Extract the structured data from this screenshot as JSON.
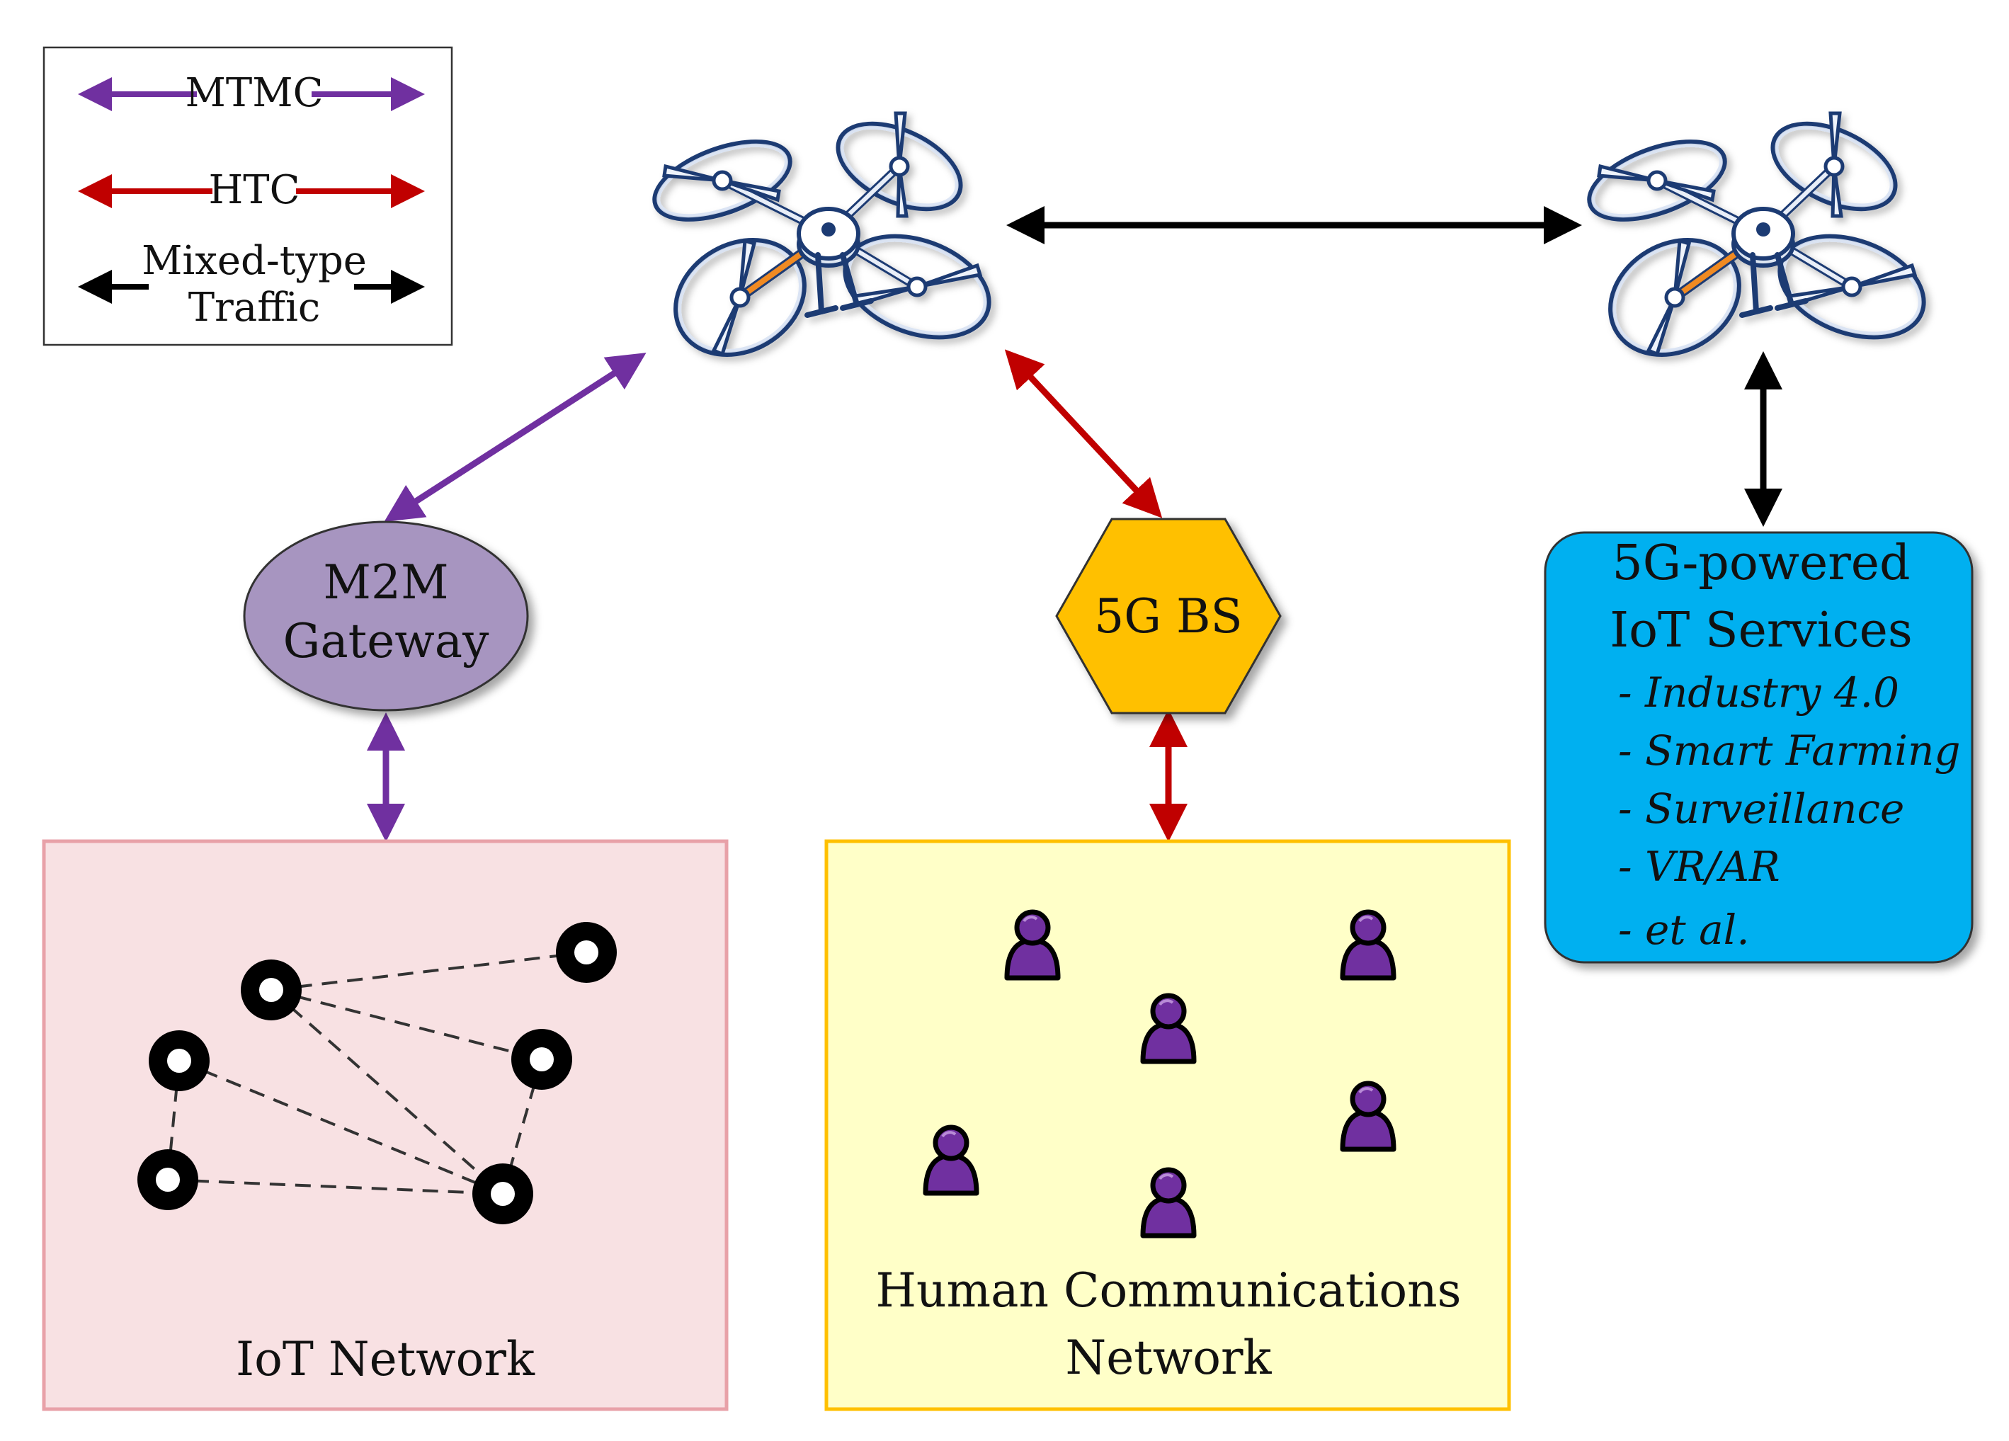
{
  "legend": {
    "items": [
      {
        "label": "MTMC",
        "color": "#7030a0"
      },
      {
        "label": "HTC",
        "color": "#c00000"
      },
      {
        "label_line1": "Mixed-type",
        "label_line2": "Traffic",
        "color": "#000000"
      }
    ]
  },
  "nodes": {
    "gateway": {
      "line1": "M2M",
      "line2": "Gateway"
    },
    "base_station": {
      "label": "5G BS"
    },
    "services": {
      "title_line1": "5G-powered",
      "title_line2": "IoT Services",
      "items": [
        "- Industry 4.0",
        "- Smart Farming",
        "- Surveillance",
        "- VR/AR",
        "- et al."
      ]
    }
  },
  "networks": {
    "iot": {
      "label": "IoT Network"
    },
    "human": {
      "line1": "Human Communications",
      "line2": "Network"
    }
  },
  "colors": {
    "mtmc": "#7030a0",
    "htc": "#c00000",
    "mixed": "#000000",
    "gateway_fill": "#a795c0",
    "bs_fill": "#ffc000",
    "services_fill": "#00b0f0",
    "iot_fill": "#f8e1e3",
    "iot_border": "#e8a1a8",
    "human_fill": "#ffffc8",
    "human_border": "#ffc000",
    "user_color": "#7030a0"
  },
  "icons": {
    "uav": "quadcopter-drone-icon",
    "iot_device": "iot-node-icon",
    "user": "user-icon"
  }
}
